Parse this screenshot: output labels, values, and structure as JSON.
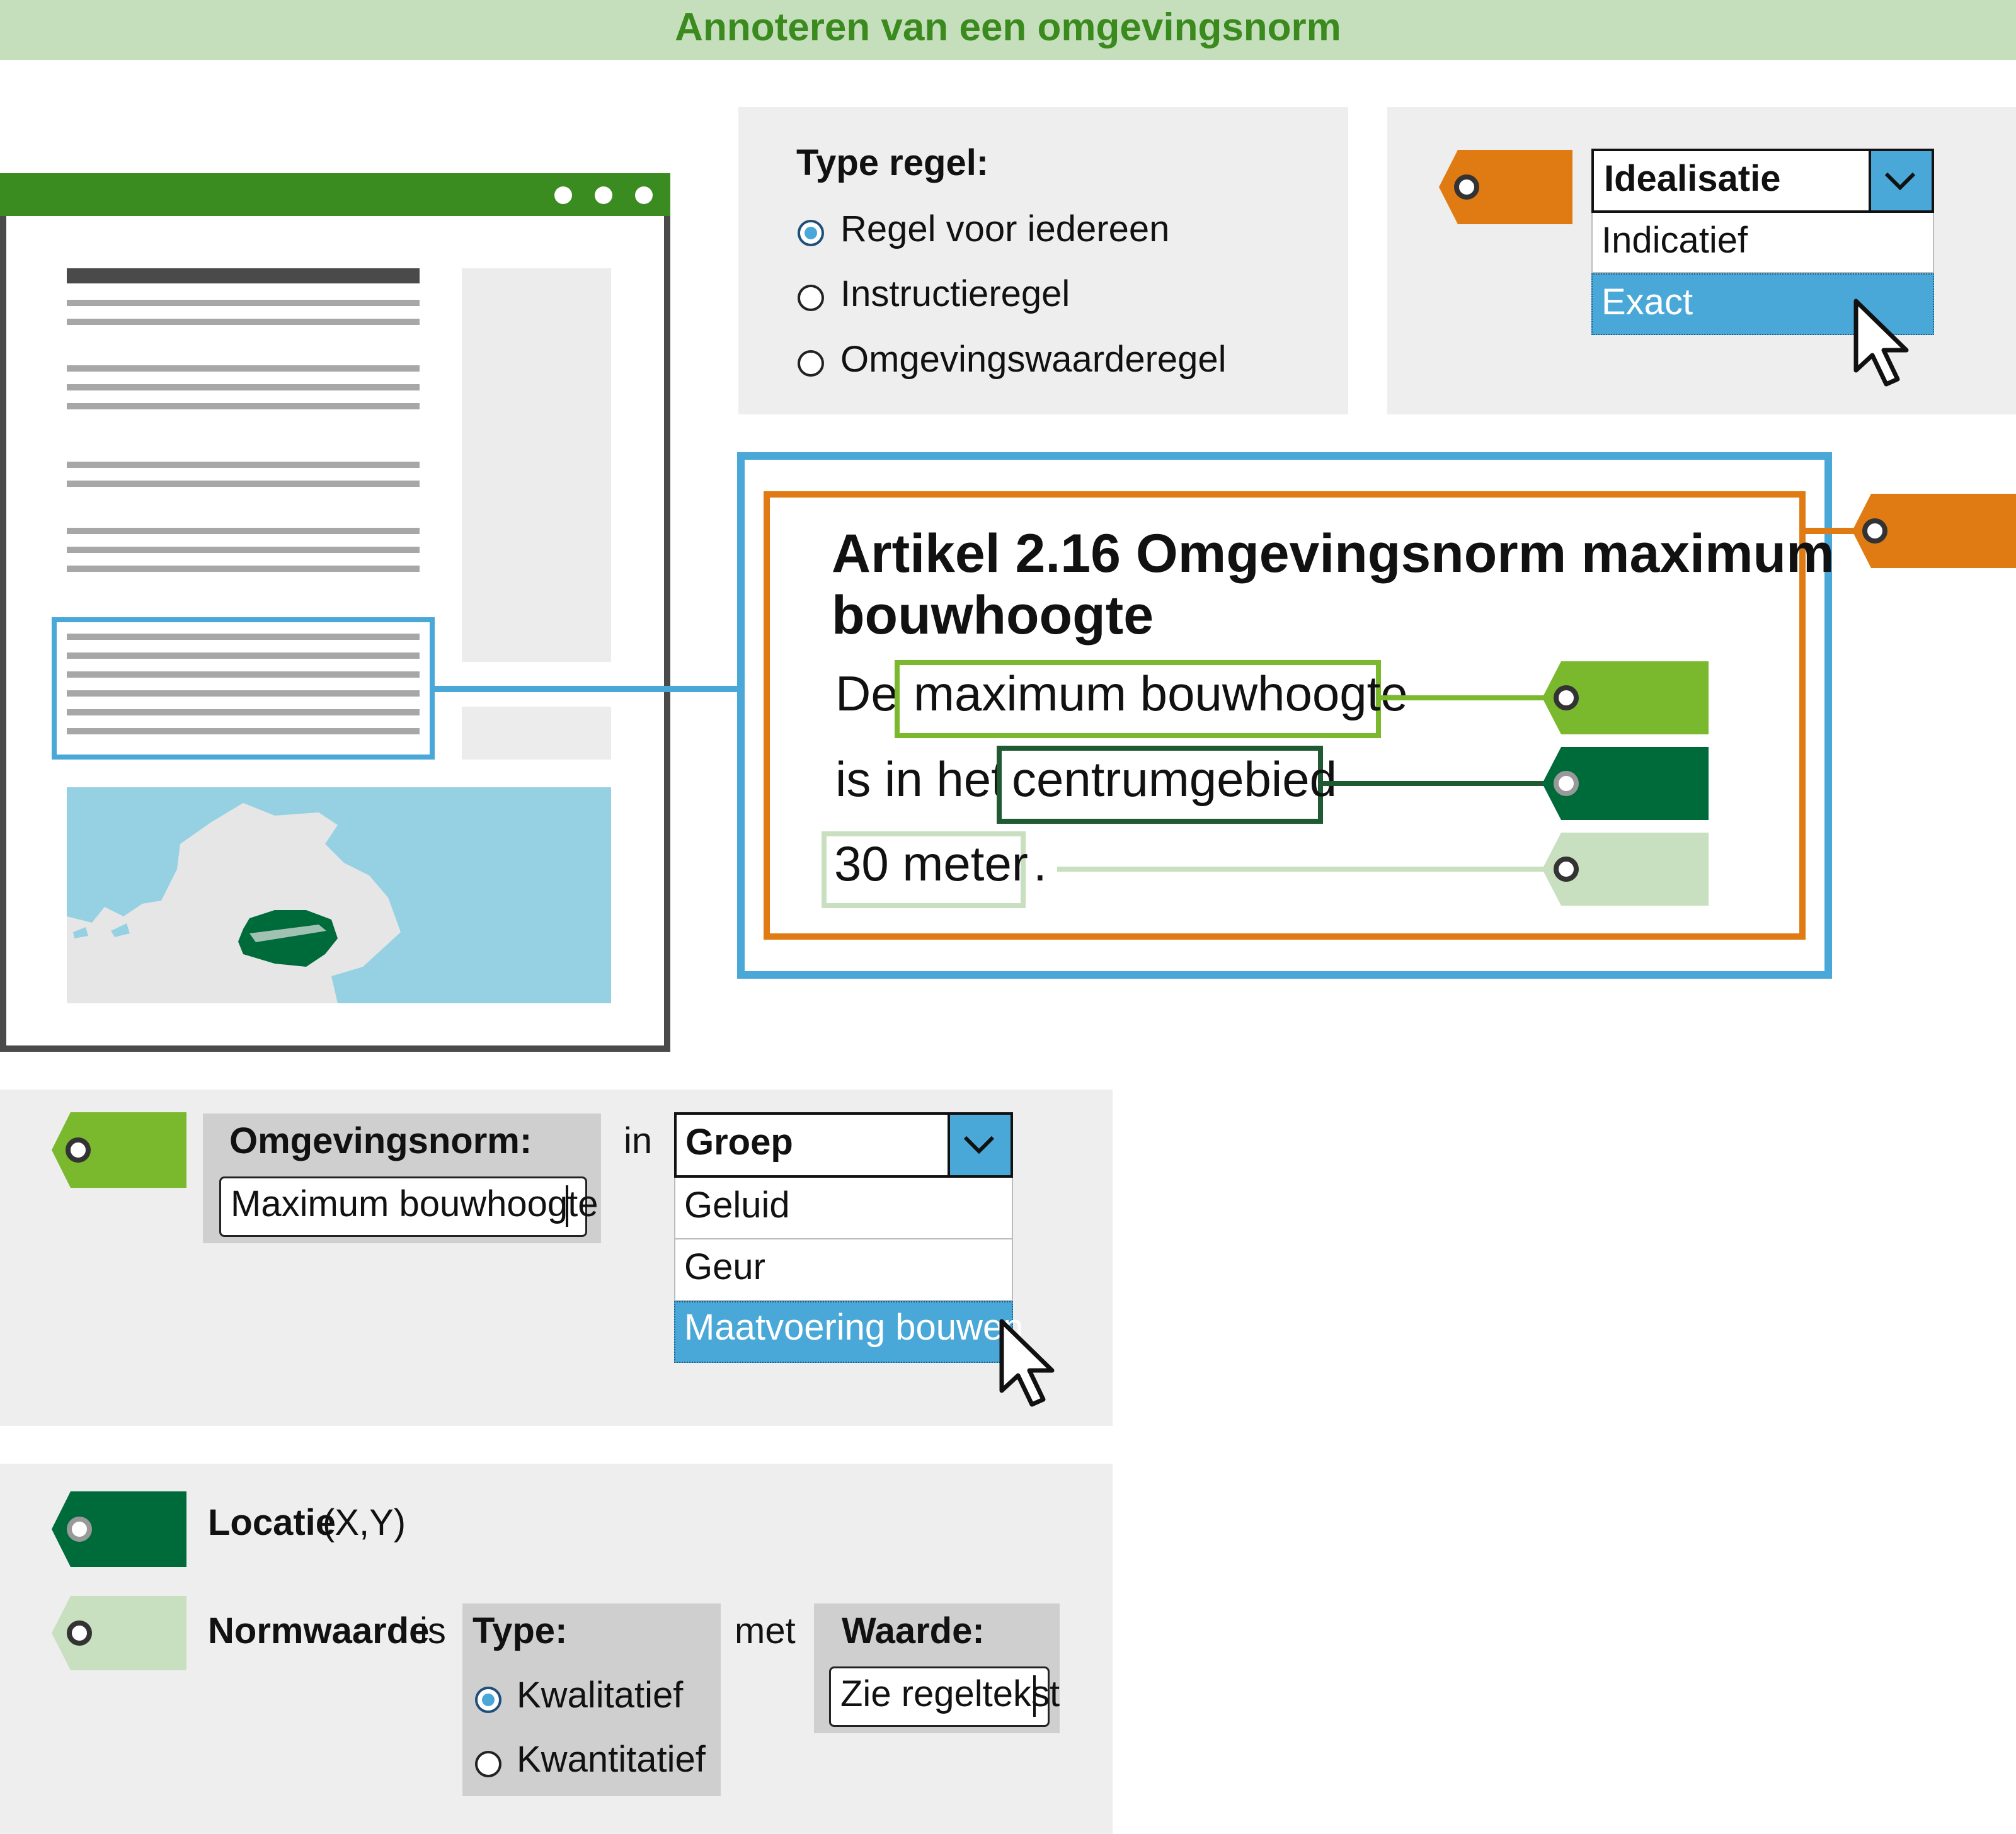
{
  "title": "Annoteren van een omgevingsnorm",
  "colors": {
    "title_bar": "#c5dfbd",
    "title_text": "#3a8a1e",
    "browser_green": "#3b8c20",
    "blue_accent": "#4aa8d8",
    "orange": "#e07b13",
    "light_green": "#7ab82e",
    "dark_green": "#006b3a",
    "pale_green": "#c8dfc0",
    "map_water": "#96d1e3",
    "map_land": "#e6e6e6"
  },
  "type_regel": {
    "label": "Type regel:",
    "options": [
      "Regel voor iedereen",
      "Instructieregel",
      "Omgevingswaarderegel"
    ],
    "selected_index": 0
  },
  "idealisatie": {
    "label": "Idealisatie",
    "options": [
      "Indicatief",
      "Exact"
    ],
    "selected": "Exact",
    "icon": "chevron-down-icon"
  },
  "artikel": {
    "title_line1": "Artikel 2.16 Omgevingsnorm maximum",
    "title_line2": "bouwhoogte",
    "word_de": "De",
    "term_norm": "maximum bouwhoogte",
    "word_isinhet": "is in het",
    "term_locatie": "centrumgebied",
    "term_waarde": "30 meter",
    "period": "."
  },
  "omgevingsnorm": {
    "label": "Omgevingsnorm:",
    "value": "Maximum bouwhoogte",
    "in": "in",
    "groep_label": "Groep",
    "groep_options": [
      "Geluid",
      "Geur",
      "Maatvoering bouwen"
    ],
    "groep_selected": "Maatvoering bouwen"
  },
  "locatie": {
    "label": "Locatie",
    "suffix": "(X,Y)"
  },
  "normwaarde": {
    "label": "Normwaarde",
    "is": "is",
    "type_label": "Type:",
    "type_options": [
      "Kwalitatief",
      "Kwantitatief"
    ],
    "type_selected_index": 0,
    "met": "met",
    "waarde_label": "Waarde:",
    "waarde_value": "Zie regeltekst"
  }
}
